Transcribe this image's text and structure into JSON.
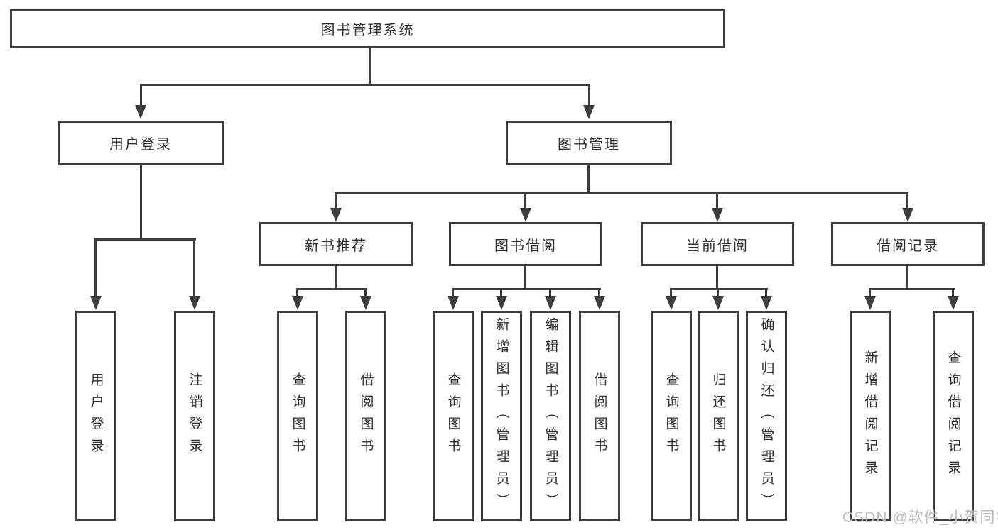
{
  "diagram": {
    "root": {
      "label": "图书管理系统"
    },
    "branches": [
      {
        "label": "用户登录",
        "children": [
          {
            "label": "用户登录"
          },
          {
            "label": "注销登录"
          }
        ]
      },
      {
        "label": "图书管理",
        "children": [
          {
            "label": "新书推荐",
            "children": [
              {
                "label": "查询图书"
              },
              {
                "label": "借阅图书"
              }
            ]
          },
          {
            "label": "图书借阅",
            "children": [
              {
                "label": "查询图书"
              },
              {
                "label": "新增图书（管理员）"
              },
              {
                "label": "编辑图书（管理员）"
              },
              {
                "label": "借阅图书"
              }
            ]
          },
          {
            "label": "当前借阅",
            "children": [
              {
                "label": "查询图书"
              },
              {
                "label": "归还图书"
              },
              {
                "label": "确认归还（管理员）"
              }
            ]
          },
          {
            "label": "借阅记录",
            "children": [
              {
                "label": "新增借阅记录"
              },
              {
                "label": "查询借阅记录"
              }
            ]
          }
        ]
      }
    ]
  },
  "watermark": {
    "text": "CSDN @软件_小贺同学"
  },
  "colors": {
    "line": "#3d3d3d",
    "box_border": "#3d3d3d",
    "text": "#2f2f2f",
    "watermark": "#bcbcbc",
    "background": "#ffffff"
  }
}
